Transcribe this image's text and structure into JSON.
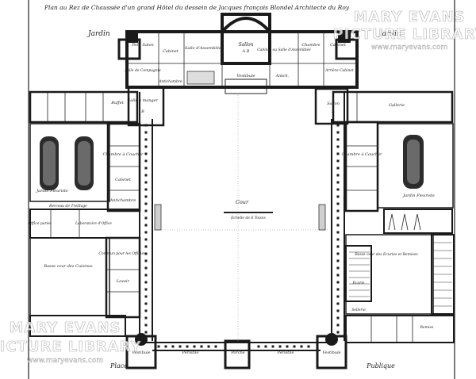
{
  "plan": {
    "title": "Plan au Rez de Chaussée d'un grand Hôtel du dessein de Jacques françois Blondel Architecte du Roy",
    "labels": {
      "jardin_left": "Jardin",
      "jardin_right": "Jardin",
      "petit_salon": "Petit Salon",
      "cabinet_b": "Cabinet",
      "salle_assemblee": "Salle d'Assemblée",
      "sallon": "Sallon",
      "cabinet_salle": "Cabinet ou Salle d'Assemblée",
      "chambre": "Chambre",
      "cabinet_a": "Cabinet",
      "salle_compagnie": "Salle de Compagnie",
      "vestibule_top": "Vestibule",
      "antichambre_b": "Antichambre",
      "antich": "Antich.",
      "arriere_cabinet": "Arrière Cabinet",
      "salle_a_manger": "Salle à manger",
      "buffet": "Buffet",
      "gallerie": "Gallerie",
      "sallon_a": "Sallon",
      "jardin_fleuriste_l": "Jardin Fleuriste",
      "jardin_fleuriste_r": "Jardin Fleuriste",
      "cabinet_c": "Cabinet",
      "chambre_coucher_l": "Chambre à Coucher",
      "chambre_coucher_r": "Chambre à Coucher",
      "antichambre_c": "Antichambre",
      "berceau": "Berceau de Treillage",
      "office_paree": "Office parée",
      "laboratoire": "Laboratoire d'Office",
      "cour": "Cour",
      "echelle": "Echelle de 6 Toises",
      "basse_cour_cuisines": "Basse cour des Cuisines",
      "commun_officiers": "Commun pour les Officiers",
      "lavoir": "Lavoir",
      "basse_cour_ecuries": "Basse cour des Ecuries et Remises",
      "ecurie": "Ecurie",
      "sellerie": "Sellerie",
      "remise": "Remise",
      "vestibule_bl": "Vestibule",
      "vestibule_br": "Vestibule",
      "peristile_l": "Peristile",
      "porche": "Porche",
      "peristile_r": "Peristile",
      "place": "Place",
      "publique": "Publique"
    },
    "room_letters": {
      "a": "A",
      "b": "B",
      "c": "C",
      "ab": "A B"
    }
  },
  "watermark": {
    "brand_line1": "MARY EVANS",
    "brand_line2": "PICTURE LIBRARY",
    "url": "www.maryevans.com"
  },
  "colors": {
    "ink": "#1a1a1a",
    "paper": "#ffffff",
    "watermark": "#ffffff"
  }
}
